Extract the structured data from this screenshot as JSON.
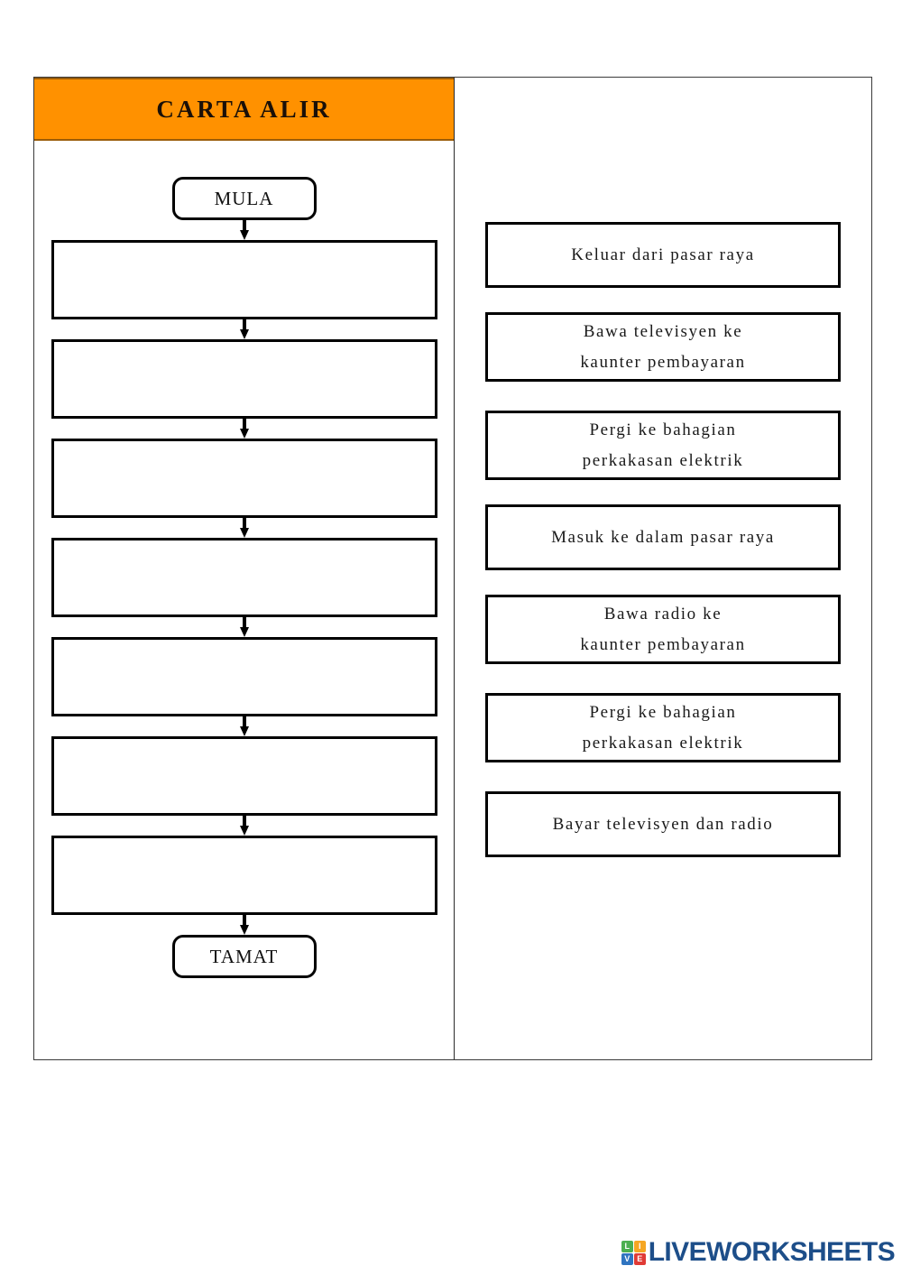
{
  "worksheet": {
    "header": {
      "title": "CARTA ALIR"
    },
    "flowchart": {
      "start_label": "MULA",
      "end_label": "TAMAT",
      "blank_step_count": 7,
      "blank_steps": [
        "",
        "",
        "",
        "",
        "",
        "",
        ""
      ]
    },
    "answer_bank": {
      "options": [
        {
          "lines": [
            "Keluar dari pasar raya"
          ]
        },
        {
          "lines": [
            "Bawa televisyen ke",
            "kaunter pembayaran"
          ]
        },
        {
          "lines": [
            "Pergi ke bahagian",
            "perkakasan elektrik"
          ]
        },
        {
          "lines": [
            "Masuk ke dalam pasar raya"
          ]
        },
        {
          "lines": [
            "Bawa radio ke",
            "kaunter pembayaran"
          ]
        },
        {
          "lines": [
            "Pergi ke bahagian",
            "perkakasan elektrik"
          ]
        },
        {
          "lines": [
            "Bayar televisyen dan radio"
          ]
        }
      ]
    }
  },
  "footer": {
    "logo": {
      "wordmark": "LIVEWORKSHEETS",
      "tiles": [
        {
          "letter": "L",
          "color": "#4caf50"
        },
        {
          "letter": "I",
          "color": "#f5a623"
        },
        {
          "letter": "V",
          "color": "#2f74c0"
        },
        {
          "letter": "E",
          "color": "#e03b36"
        }
      ],
      "wordmark_color": "#1d4e89"
    }
  },
  "colors": {
    "header_orange": "#ff9100",
    "header_border": "#9a5c09",
    "shape_outline": "#000000",
    "page_background": "#ffffff"
  }
}
